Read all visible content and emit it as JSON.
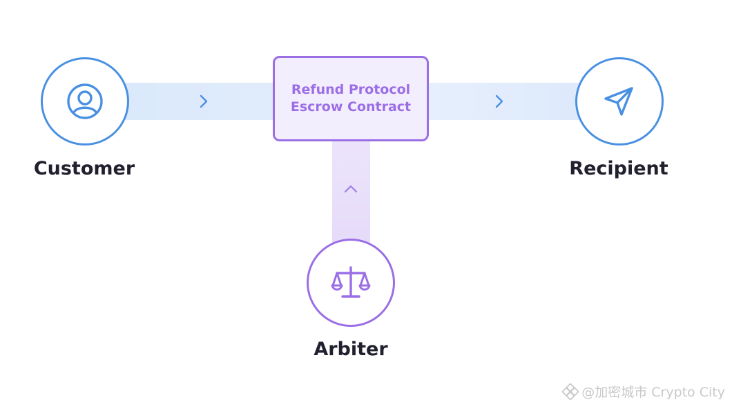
{
  "nodes": {
    "customer": {
      "label": "Customer",
      "icon": "user-circle-icon"
    },
    "recipient": {
      "label": "Recipient",
      "icon": "send-icon"
    },
    "arbiter": {
      "label": "Arbiter",
      "icon": "scales-icon"
    }
  },
  "contract": {
    "line1": "Refund Protocol",
    "line2": "Escrow Contract"
  },
  "arrows": {
    "customer_to_contract": "›",
    "contract_to_recipient": "›",
    "arbiter_to_contract": "˄"
  },
  "watermark": {
    "text": "@加密城市 Crypto City"
  },
  "colors": {
    "blue": "#4a90e2",
    "purple": "#9b6ee6",
    "label_text": "#21202e",
    "blue_band": "#dbe8fb",
    "purple_band": "#e6dcfa"
  }
}
